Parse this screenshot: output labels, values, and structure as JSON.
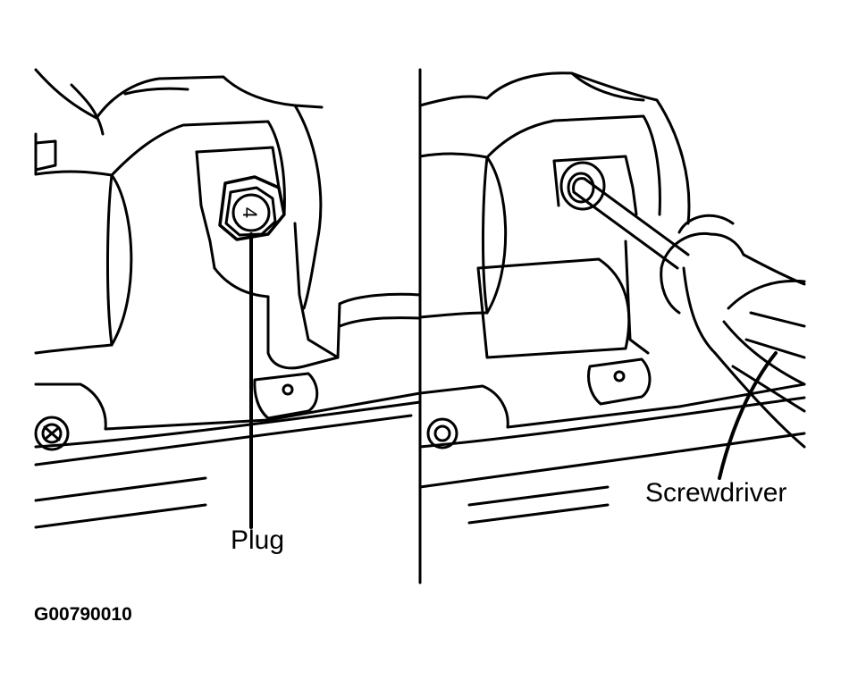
{
  "labels": {
    "plug": "Plug",
    "screwdriver": "Screwdriver",
    "figure_id": "G00790010"
  },
  "plug_marking": "4",
  "colors": {
    "line": "#000000",
    "background": "#ffffff"
  }
}
